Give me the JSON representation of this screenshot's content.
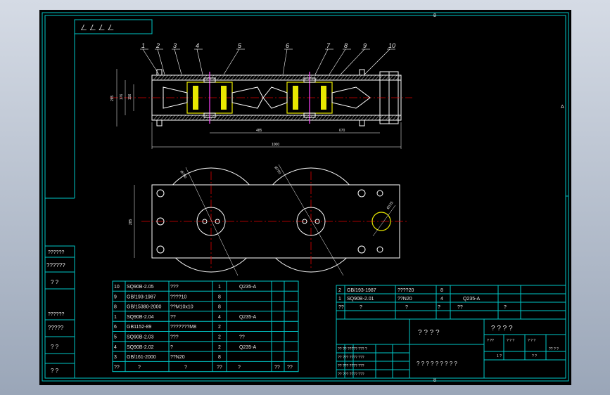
{
  "colors": {
    "frame": "#00c8c8",
    "line": "#ffffff",
    "center": "#e00000",
    "hatch": "#ffffff",
    "part": "#e8e800",
    "pink": "#ff44ff"
  },
  "border_zones": {
    "top_mid": "8",
    "bottom_mid": "8",
    "right_mid": "A"
  },
  "corner_block_text": "ㄥ ㄥ ㄥ ㄥ",
  "leaders": [
    "1",
    "2",
    "3",
    "4",
    "5",
    "6",
    "7",
    "8",
    "9",
    "10"
  ],
  "dims": {
    "total": "1000",
    "mid": "485",
    "right": "670",
    "h1": "285",
    "h2": "176",
    "h3": "156",
    "diam": "Ø700",
    "diam2": "Ø125",
    "plan_h": "285"
  },
  "left_stamp": [
    "??????",
    "??????",
    "? ?",
    "??????",
    "?????",
    "? ?",
    "? ?"
  ],
  "bom": [
    {
      "no": "10",
      "code": "SQ90B-2.05",
      "name": "???",
      "qty": "1",
      "mat": "Q235-A"
    },
    {
      "no": "9",
      "code": "GB/193-1987",
      "name": "????10",
      "qty": "8",
      "mat": ""
    },
    {
      "no": "8",
      "code": "GB/15380-2000",
      "name": "??M10x10",
      "qty": "8",
      "mat": ""
    },
    {
      "no": "1",
      "code": "SQ90B-2.04",
      "name": "??",
      "qty": "4",
      "mat": "Q235-A"
    },
    {
      "no": "6",
      "code": "GB1152-89",
      "name": "???????M8",
      "qty": "2",
      "mat": ""
    },
    {
      "no": "5",
      "code": "SQ90B-2.03",
      "name": "???",
      "qty": "2",
      "mat": "??"
    },
    {
      "no": "4",
      "code": "SQ90B-2.02",
      "name": "?",
      "qty": "2",
      "mat": "Q235-A"
    },
    {
      "no": "3",
      "code": "GB/161-2000",
      "name": "??N20",
      "qty": "8",
      "mat": ""
    }
  ],
  "bom_header": {
    "no": "??",
    "code": "?",
    "name": "?",
    "qty": "??",
    "mat": "?",
    "extra1": "?",
    "extra2": "??",
    "extra3": "??",
    "extra4": "?",
    "extra5": "??"
  },
  "bom2": [
    {
      "no": "2",
      "code": "GB/193-1987",
      "name": "????20",
      "qty": "8",
      "mat": ""
    },
    {
      "no": "1",
      "code": "SQ90B-2.01",
      "name": "??N20",
      "qty": "4",
      "mat": "Q235-A"
    }
  ],
  "bom2_header": {
    "c1": "??",
    "c2": "?",
    "c3": "?",
    "c4": "?",
    "c5": "??",
    "c6": "?"
  },
  "title_block": {
    "name": "? ? ? ?",
    "drawing_no": "? ? ? ?",
    "school": "? ? ? ? ? ? ? ? ?",
    "scale_label": "1 ?",
    "sheet": "? ?",
    "rows_left": [
      "?? ?? ????? ??? ?",
      "?? ??? ???? ???",
      "?? ??? ???? ???",
      "?? ??? ???? ???"
    ],
    "small_cells": [
      "? ??",
      "? ? ?",
      "? ? ?",
      "?? ? ?"
    ]
  }
}
